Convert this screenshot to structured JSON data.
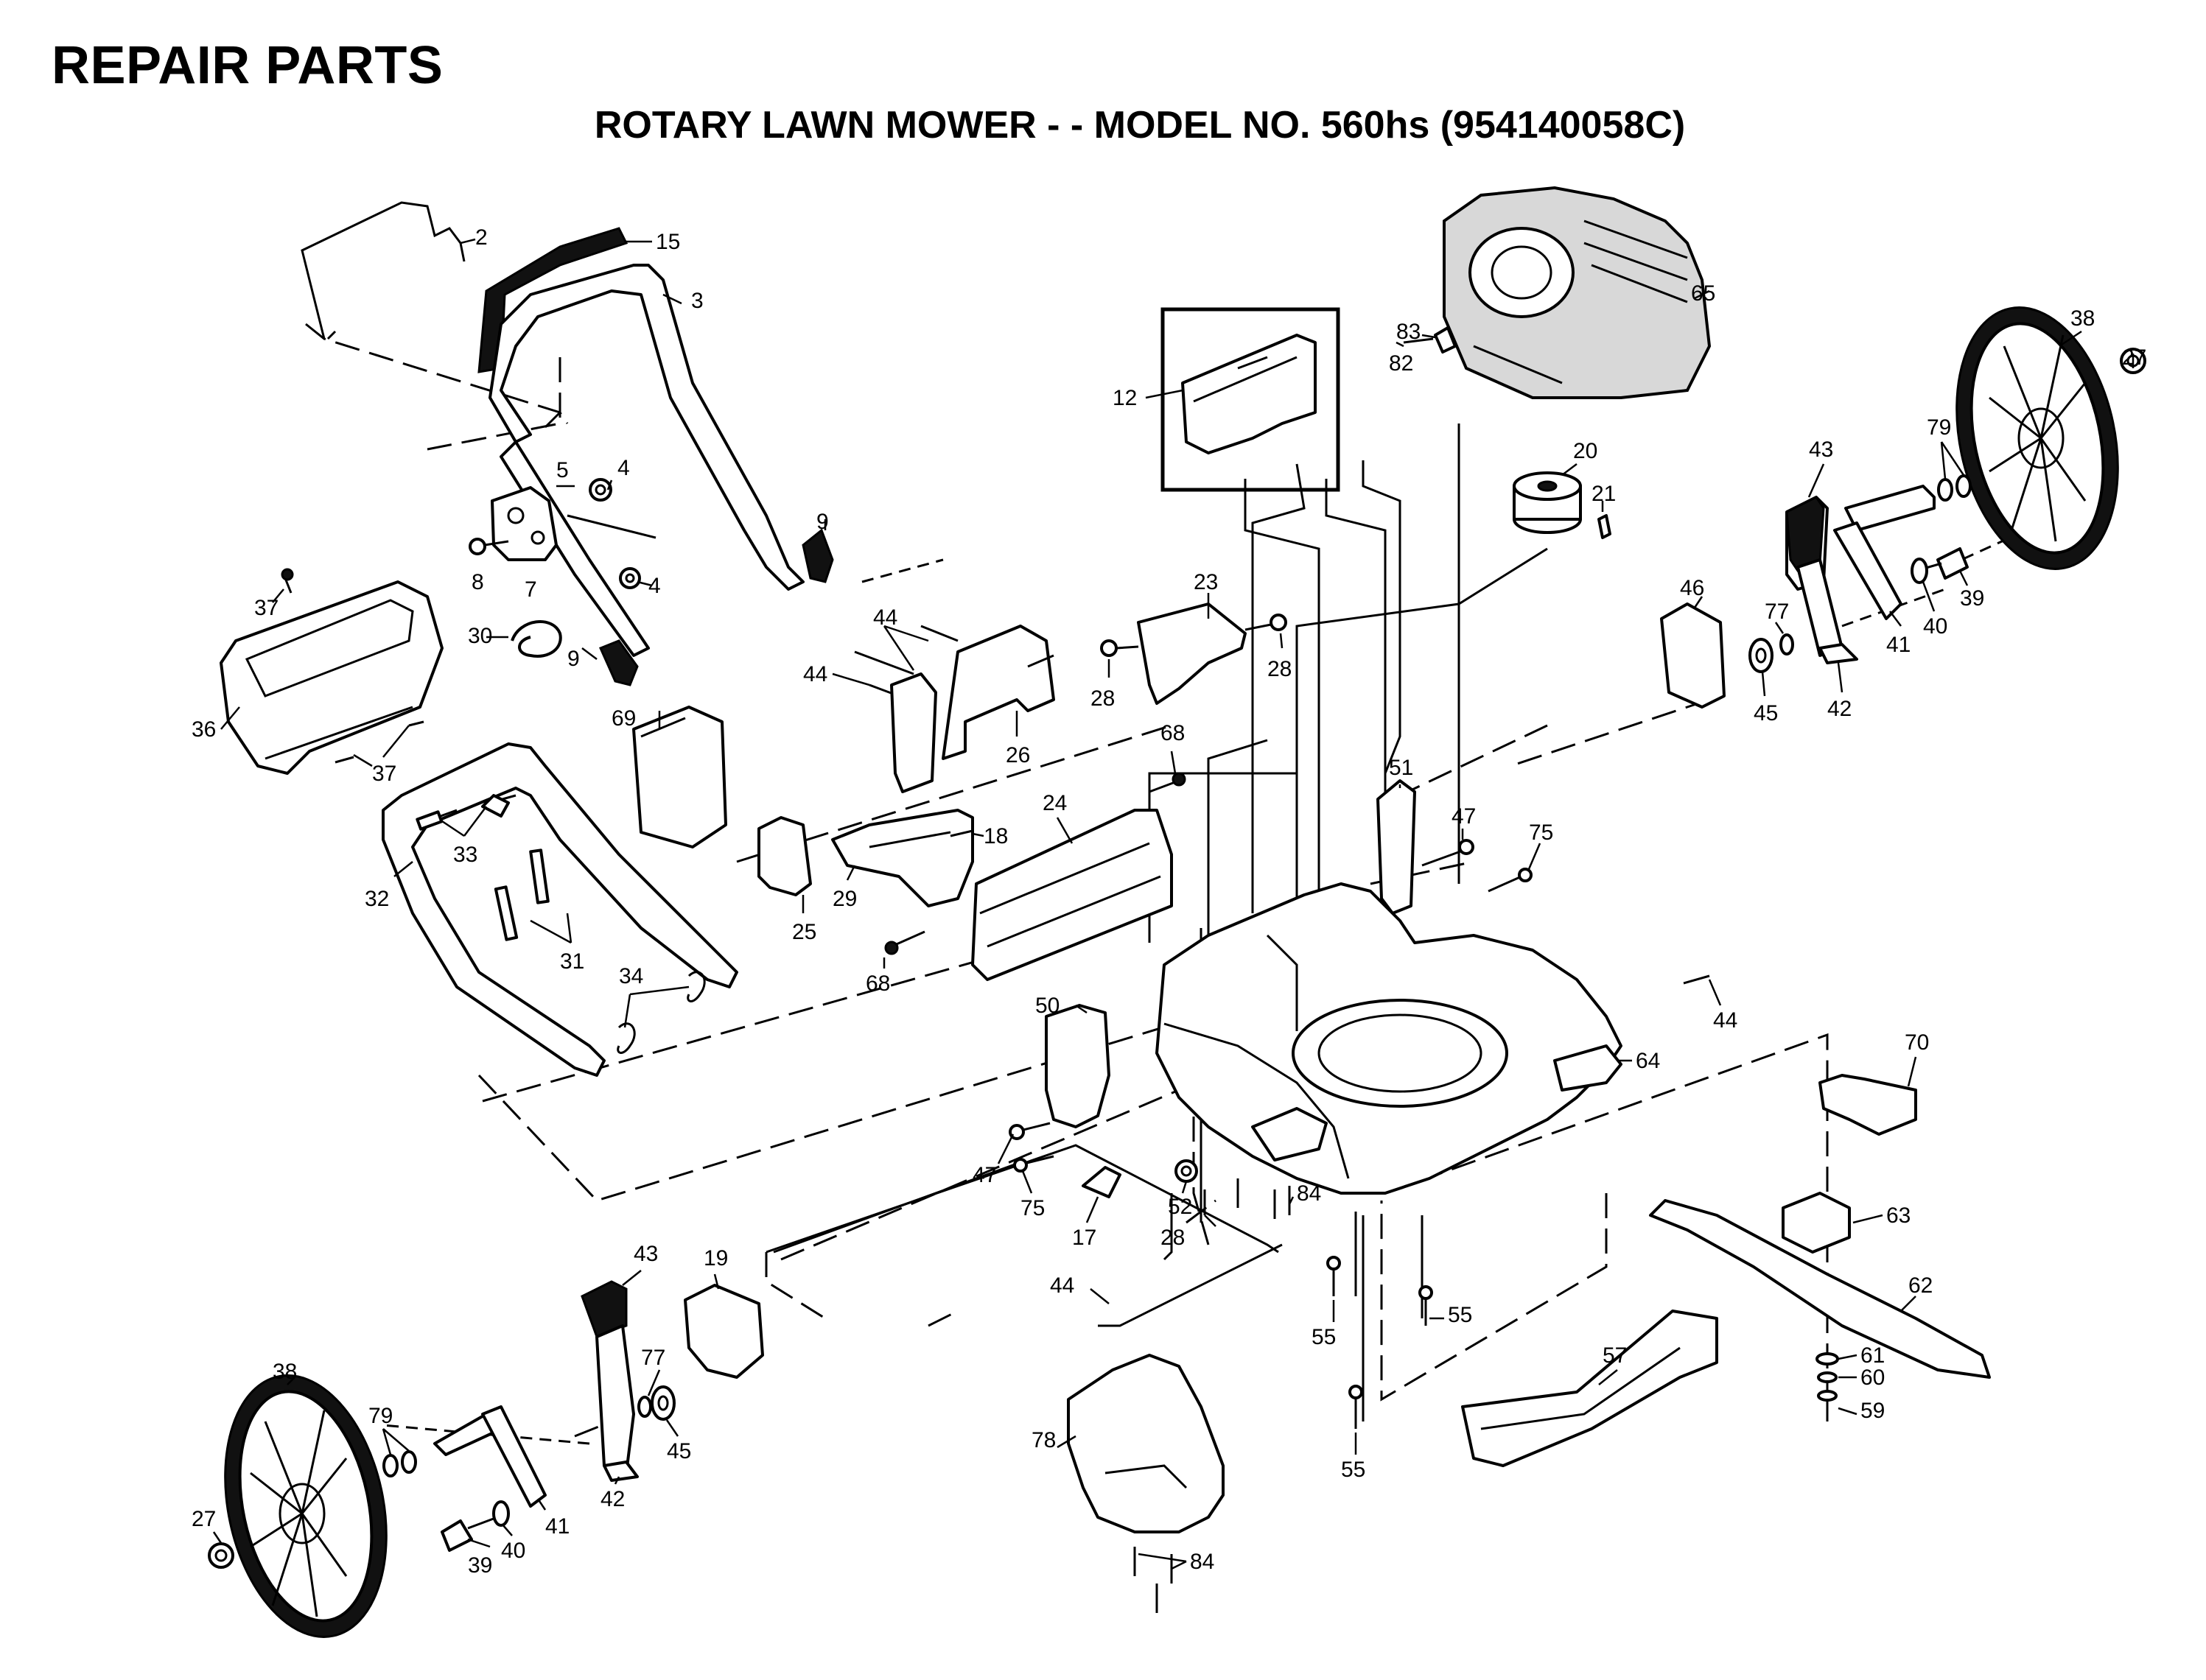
{
  "header": {
    "title": "REPAIR PARTS",
    "subtitle": "ROTARY LAWN MOWER - - MODEL NO. 560hs (954140058C)"
  },
  "callouts": [
    "2",
    "15",
    "3",
    "5",
    "4",
    "4",
    "8",
    "7",
    "9",
    "9",
    "30",
    "37",
    "37",
    "36",
    "44",
    "44",
    "26",
    "69",
    "68",
    "18",
    "24",
    "25",
    "29",
    "68",
    "32",
    "33",
    "31",
    "34",
    "12",
    "83",
    "82",
    "65",
    "20",
    "21",
    "23",
    "28",
    "28",
    "38",
    "27",
    "79",
    "43",
    "39",
    "40",
    "41",
    "77",
    "46",
    "45",
    "42",
    "51",
    "47",
    "75",
    "44",
    "50",
    "64",
    "70",
    "63",
    "62",
    "61",
    "60",
    "59",
    "47",
    "75",
    "17",
    "52",
    "28",
    "84",
    "44",
    "55",
    "55",
    "55",
    "57",
    "78",
    "84",
    "43",
    "19",
    "77",
    "45",
    "42",
    "38",
    "79",
    "27",
    "39",
    "40",
    "41"
  ]
}
